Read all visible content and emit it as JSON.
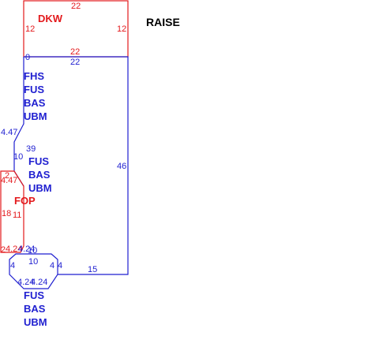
{
  "colors": {
    "red": "#e3191c",
    "blue": "#1f1fd0",
    "black": "#000000"
  },
  "title": "RAISE",
  "red_top": {
    "name": "DKW",
    "dims": {
      "top": "22",
      "left": "12",
      "right": "12",
      "bottom": "22",
      "corner": "0"
    }
  },
  "blue_main": {
    "dims": {
      "top": "22",
      "right": "46",
      "bottom": "15",
      "left_a": "39",
      "left_b": "10",
      "outer_a": "4.47"
    },
    "labels_top": [
      "FHS",
      "FUS",
      "BAS",
      "UBM"
    ],
    "labels_mid": [
      "FUS",
      "BAS",
      "UBM"
    ]
  },
  "red_left": {
    "name": "FOP",
    "dims": {
      "top": "2",
      "diag": "4.47",
      "left": "18",
      "right": "11",
      "bottom_a": "2",
      "bottom_b": "4.24",
      "bottom_c": "4.24"
    }
  },
  "blue_bottom": {
    "dims": {
      "top_a": "10",
      "top_b": "10",
      "left": "4",
      "right_a": "4",
      "right_b": "4",
      "bottom_a": "4.24",
      "bottom_b": "4.24"
    },
    "labels": [
      "FUS",
      "BAS",
      "UBM"
    ]
  }
}
